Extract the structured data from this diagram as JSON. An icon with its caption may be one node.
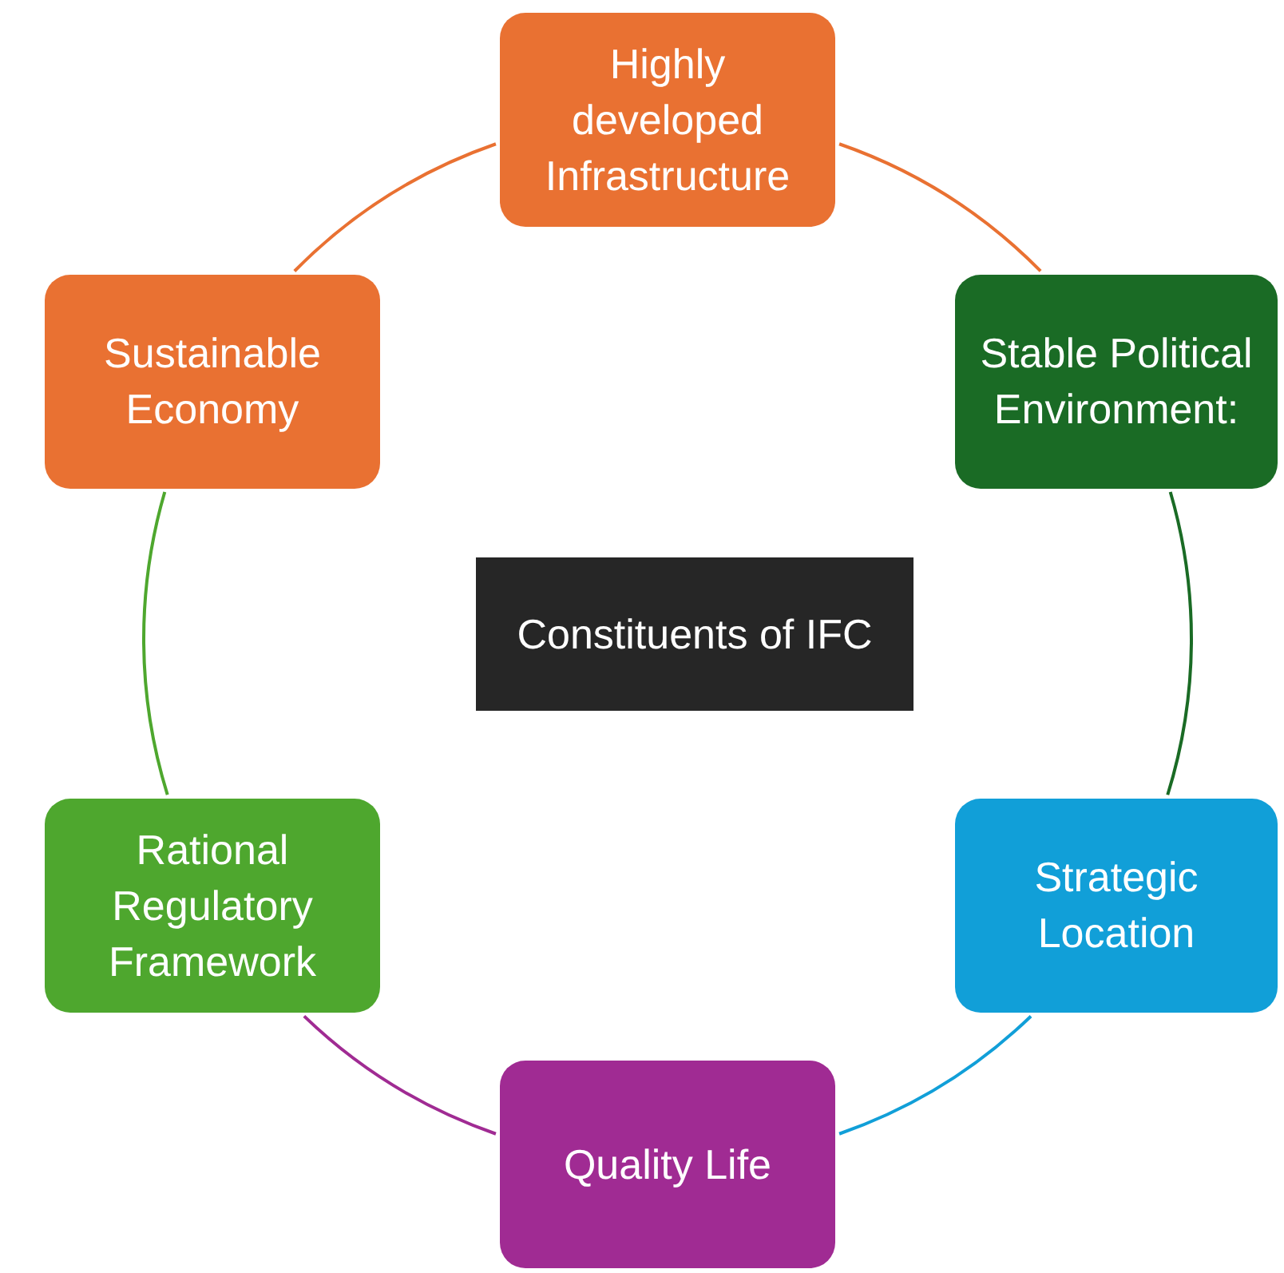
{
  "diagram": {
    "nodes": [
      {
        "text": [
          "Highly developed Infrastructure"
        ]
      },
      {
        "text": [
          "Stable Political Environment:"
        ]
      },
      {
        "text": [
          "Strategic Location"
        ]
      },
      {
        "text": [
          "Quality Life"
        ]
      },
      {
        "text": [
          "Rational Regulatory Framework"
        ]
      },
      {
        "text": [
          "Sustainable Economy"
        ]
      },
      {
        "text": [
          "Constituents of IFC"
        ]
      }
    ],
    "edges": [
      {
        "from": 0,
        "to": 1,
        "arrow": "none",
        "color": "#e97132"
      },
      {
        "from": 1,
        "to": 2,
        "arrow": "none",
        "color": "#1a6b25"
      },
      {
        "from": 2,
        "to": 3,
        "arrow": "none",
        "color": "#119fd8"
      },
      {
        "from": 3,
        "to": 4,
        "arrow": "none",
        "color": "#a02b93"
      },
      {
        "from": 4,
        "to": 5,
        "arrow": "none",
        "color": "#4ea72e"
      },
      {
        "from": 5,
        "to": 0,
        "arrow": "none",
        "color": "#e97132"
      }
    ]
  }
}
